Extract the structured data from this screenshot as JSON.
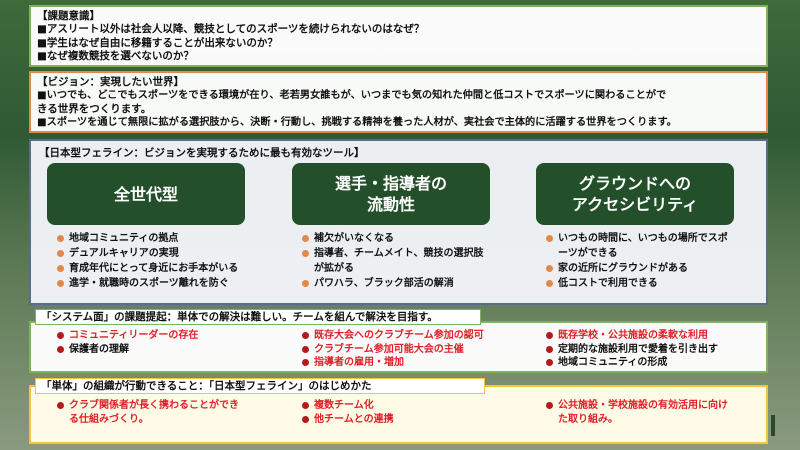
{
  "issue": {
    "title": "【課題意識】",
    "lines": [
      "■アスリート以外は社会人以降、競技としてのスポーツを続けられないのはなぜ？",
      "■学生はなぜ自由に移籍することが出来ないのか？",
      "■なぜ複数競技を選べないのか？"
    ]
  },
  "vision": {
    "title": "【ビジョン：実現したい世界】",
    "lines": [
      "■いつでも、どこでもスポーツをできる環境が在り、老若男女誰もが、いつまでも気の知れた仲間と低コストでスポーツに関わることがで",
      "きる世界をつくります。",
      "■スポーツを通じて無限に拡がる選択肢から、決断・行動し、挑戦する精神を養った人材が、実社会で主体的に活躍する世界をつくります。"
    ]
  },
  "tool": {
    "title": "【日本型フェライン：ビジョンを実現するために最も有効なツール】",
    "columns": [
      {
        "heading": "全世代型",
        "bullets": [
          "地域コミュニティの拠点",
          "デュアルキャリアの実現",
          "育成年代にとって身近にお手本がいる",
          "進学・就職時のスポーツ離れを防ぐ"
        ]
      },
      {
        "heading": "選手・指導者の\n流動性",
        "bullets": [
          "補欠がいなくなる",
          "指導者、チームメイト、競技の選択肢",
          "が拡がる",
          "パワハラ、ブラック部活の解消"
        ]
      },
      {
        "heading": "グラウンドへの\nアクセシビリティ",
        "bullets": [
          "いつもの時間に、いつもの場所でスポ",
          "ーツができる",
          "家の近所にグラウンドがある",
          "低コストで利用できる"
        ]
      }
    ]
  },
  "system": {
    "tag": "「システム面」の課題提起：単体での解決は難しい。チームを組んで解決を目指す。",
    "col1": [
      {
        "text": "コミュニティリーダーの存在",
        "red": true
      },
      {
        "text": "保護者の理解",
        "red": false
      }
    ],
    "col2": [
      {
        "text": "既存大会へのクラブチーム参加の認可",
        "red": true
      },
      {
        "text": "クラブチーム参加可能大会の主催",
        "red": true
      },
      {
        "text": "指導者の雇用・増加",
        "red": true
      }
    ],
    "col3": [
      {
        "text": "既存学校・公共施設の柔軟な利用",
        "red": true
      },
      {
        "text": "定期的な施設利用で愛着を引き出す",
        "red": false
      },
      {
        "text": "地域コミュニティの形成",
        "red": false
      }
    ]
  },
  "single": {
    "tag": "「単体」の組織が行動できること：「日本型フェライン」のはじめかた",
    "col1": [
      "クラブ関係者が長く携わることができ",
      "る仕組みづくり。"
    ],
    "col2": [
      "複数チーム化",
      "他チームとの連携"
    ],
    "col3": [
      "公共施設・学校施設の有効活用に向け",
      "た取り組み。"
    ]
  },
  "colors": {
    "green_button": "#23502a",
    "orange_bullet": "#e2884a",
    "red_text": "#e0202a",
    "issue_border": "#7db35a",
    "vision_border": "#e2884a",
    "single_border": "#f2c43f"
  }
}
